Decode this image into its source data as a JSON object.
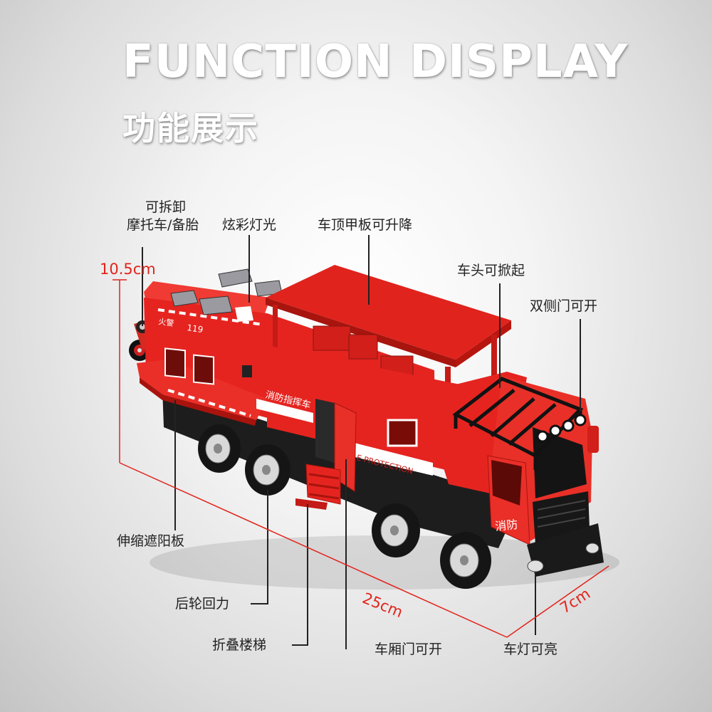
{
  "header": {
    "title": "FUNCTION DISPLAY",
    "subtitle": "功能展示"
  },
  "labels": {
    "detachable_motorcycle_line1": "可拆卸",
    "detachable_motorcycle_line2": "摩托车/备胎",
    "colorful_lights": "炫彩灯光",
    "roof_deck_lift": "车顶甲板可升降",
    "cab_liftable": "车头可掀起",
    "double_side_doors": "双侧门可开",
    "retractable_awning": "伸缩遮阳板",
    "rear_wheel_pullback": "后轮回力",
    "folding_ladder": "折叠楼梯",
    "compartment_door": "车厢门可开",
    "lights_on": "车灯可亮"
  },
  "dimensions": {
    "height": "10.5cm",
    "length": "25cm",
    "width": "7cm"
  },
  "vehicle_markings": {
    "side_text": "消防指挥车",
    "cab_text": "消防",
    "stripe_text": "E PROTECTION",
    "emblem_text": "火警",
    "emblem_number": "119"
  },
  "colors": {
    "body_red": "#e52420",
    "dark_red": "#b5150f",
    "dimension_red": "#e2231a",
    "leader_line": "#222222"
  }
}
